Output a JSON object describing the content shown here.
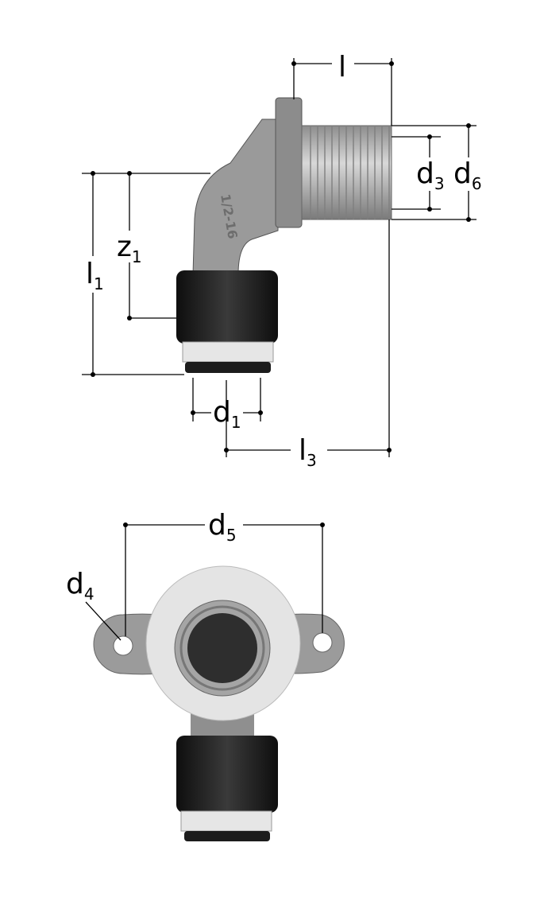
{
  "drawing": {
    "side_view": {
      "emboss_text": "1/2-16",
      "dimensions": {
        "l": {
          "main": "l",
          "sub": ""
        },
        "d3": {
          "main": "d",
          "sub": "3"
        },
        "d6": {
          "main": "d",
          "sub": "6"
        },
        "z1": {
          "main": "z",
          "sub": "1"
        },
        "l1": {
          "main": "l",
          "sub": "1"
        },
        "d1": {
          "main": "d",
          "sub": "1"
        },
        "l3": {
          "main": "l",
          "sub": "3"
        }
      }
    },
    "front_view": {
      "dimensions": {
        "d5": {
          "main": "d",
          "sub": "5"
        },
        "d4": {
          "main": "d",
          "sub": "4"
        }
      }
    },
    "colors": {
      "metal": "#a9a9a9",
      "nut": "#1c1c1c",
      "ring": "#e6e6e6"
    }
  }
}
